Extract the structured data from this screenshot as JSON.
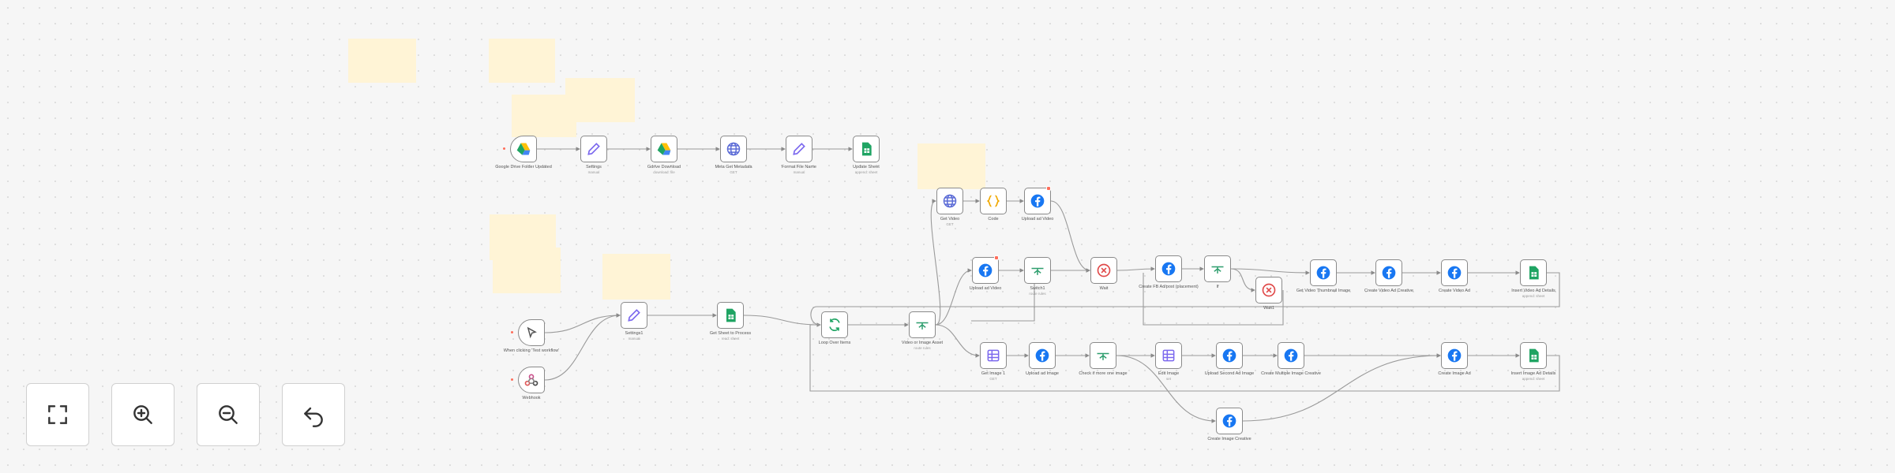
{
  "app": {
    "title": "Workflow editor"
  },
  "canvas_controls": [
    {
      "name": "zoom-to-fit-button",
      "icon": "fit-view-icon",
      "label": "Zoom to fit"
    },
    {
      "name": "zoom-in-button",
      "icon": "zoom-in-icon",
      "label": "Zoom in"
    },
    {
      "name": "zoom-out-button",
      "icon": "zoom-out-icon",
      "label": "Zoom out"
    },
    {
      "name": "reset-zoom-button",
      "icon": "undo-icon",
      "label": "Reset zoom"
    }
  ],
  "nodes": {
    "gdrive_trigger": {
      "label": "Google Drive Folder Updated",
      "subtitle": "",
      "icon": "google-drive-icon"
    },
    "settings": {
      "label": "Settings",
      "subtitle": "manual",
      "icon": "pencil-icon"
    },
    "gdrive_download": {
      "label": "Gdrive Download",
      "subtitle": "download: file",
      "icon": "google-drive-icon"
    },
    "get_metadata": {
      "label": "Meta Get Metadata",
      "subtitle": "GET",
      "icon": "globe-icon"
    },
    "format_file_name": {
      "label": "Format File Name",
      "subtitle": "manual",
      "icon": "pencil-icon"
    },
    "sheets_append": {
      "label": "Update Sheet",
      "subtitle": "append: sheet",
      "icon": "google-sheets-icon"
    },
    "get_video": {
      "label": "Get Video",
      "subtitle": "GET",
      "icon": "globe-icon"
    },
    "code": {
      "label": "Code",
      "subtitle": "",
      "icon": "code-braces-icon"
    },
    "upload_video": {
      "label": "Upload ad Video",
      "subtitle": "",
      "icon": "facebook-icon"
    },
    "manual_trigger": {
      "label": "When clicking 'Test workflow'",
      "subtitle": "",
      "icon": "cursor-click-icon"
    },
    "webhook": {
      "label": "Webhook",
      "subtitle": "",
      "icon": "webhook-icon"
    },
    "settings2": {
      "label": "Settings1",
      "subtitle": "manual",
      "icon": "pencil-icon"
    },
    "get_sheet": {
      "label": "Get Sheet to Process",
      "subtitle": "read: sheet",
      "icon": "google-sheets-icon"
    },
    "loop": {
      "label": "Loop Over Items",
      "subtitle": "",
      "icon": "loop-icon"
    },
    "is_video": {
      "label": "Video or Image Asset",
      "subtitle": "route rules",
      "icon": "switch-icon"
    },
    "upload_ad_video2": {
      "label": "Upload ad Video",
      "subtitle": "",
      "icon": "facebook-icon"
    },
    "switch2": {
      "label": "Switch1",
      "subtitle": "route rules",
      "icon": "switch-icon"
    },
    "wait": {
      "label": "Wait",
      "subtitle": "",
      "icon": "stop-icon"
    },
    "create_fb_ad": {
      "label": "Create FB Ad/post (placement)",
      "subtitle": "",
      "icon": "facebook-icon"
    },
    "if": {
      "label": "If",
      "subtitle": "",
      "icon": "switch-icon"
    },
    "wait2": {
      "label": "Wait1",
      "subtitle": "",
      "icon": "stop-icon"
    },
    "get_video_thumb": {
      "label": "Get Video Thumbnail Image",
      "subtitle": "",
      "icon": "facebook-icon"
    },
    "create_video_creative": {
      "label": "Create Video Ad Creative",
      "subtitle": "",
      "icon": "facebook-icon"
    },
    "create_video_ad": {
      "label": "Create Video Ad",
      "subtitle": "",
      "icon": "facebook-icon"
    },
    "insert_video_ad": {
      "label": "Insert Video Ad Details",
      "subtitle": "append: sheet",
      "icon": "google-sheets-icon"
    },
    "get_image": {
      "label": "Get Image 1",
      "subtitle": "GET",
      "icon": "table-icon"
    },
    "upload_ad_image": {
      "label": "Upload ad Image",
      "subtitle": "",
      "icon": "facebook-icon"
    },
    "check_one_image": {
      "label": "Check if more one image",
      "subtitle": "",
      "icon": "switch-icon"
    },
    "edit_image": {
      "label": "Edit Image",
      "subtitle": "set",
      "icon": "table-icon"
    },
    "upload_second": {
      "label": "Upload Second Ad Image",
      "subtitle": "",
      "icon": "facebook-icon"
    },
    "create_multi_creative": {
      "label": "Create Multiple Image Creative",
      "subtitle": "",
      "icon": "facebook-icon"
    },
    "create_image_ad": {
      "label": "Create Image Ad",
      "subtitle": "",
      "icon": "facebook-icon"
    },
    "insert_image_ad": {
      "label": "Insert Image Ad Details",
      "subtitle": "append: sheet",
      "icon": "google-sheets-icon"
    },
    "create_image_creative": {
      "label": "Create Image Creative",
      "subtitle": "",
      "icon": "facebook-icon"
    }
  },
  "colors": {
    "sticky": "#fff4d6",
    "facebook": "#1877f2",
    "sheets": "#1fa463",
    "accent": "#ff6d5a",
    "edit": "#7b68ee",
    "globe": "#5b6bd6",
    "code": "#f0a800",
    "switch": "#2e9e6e",
    "stop": "#e04a4a"
  }
}
